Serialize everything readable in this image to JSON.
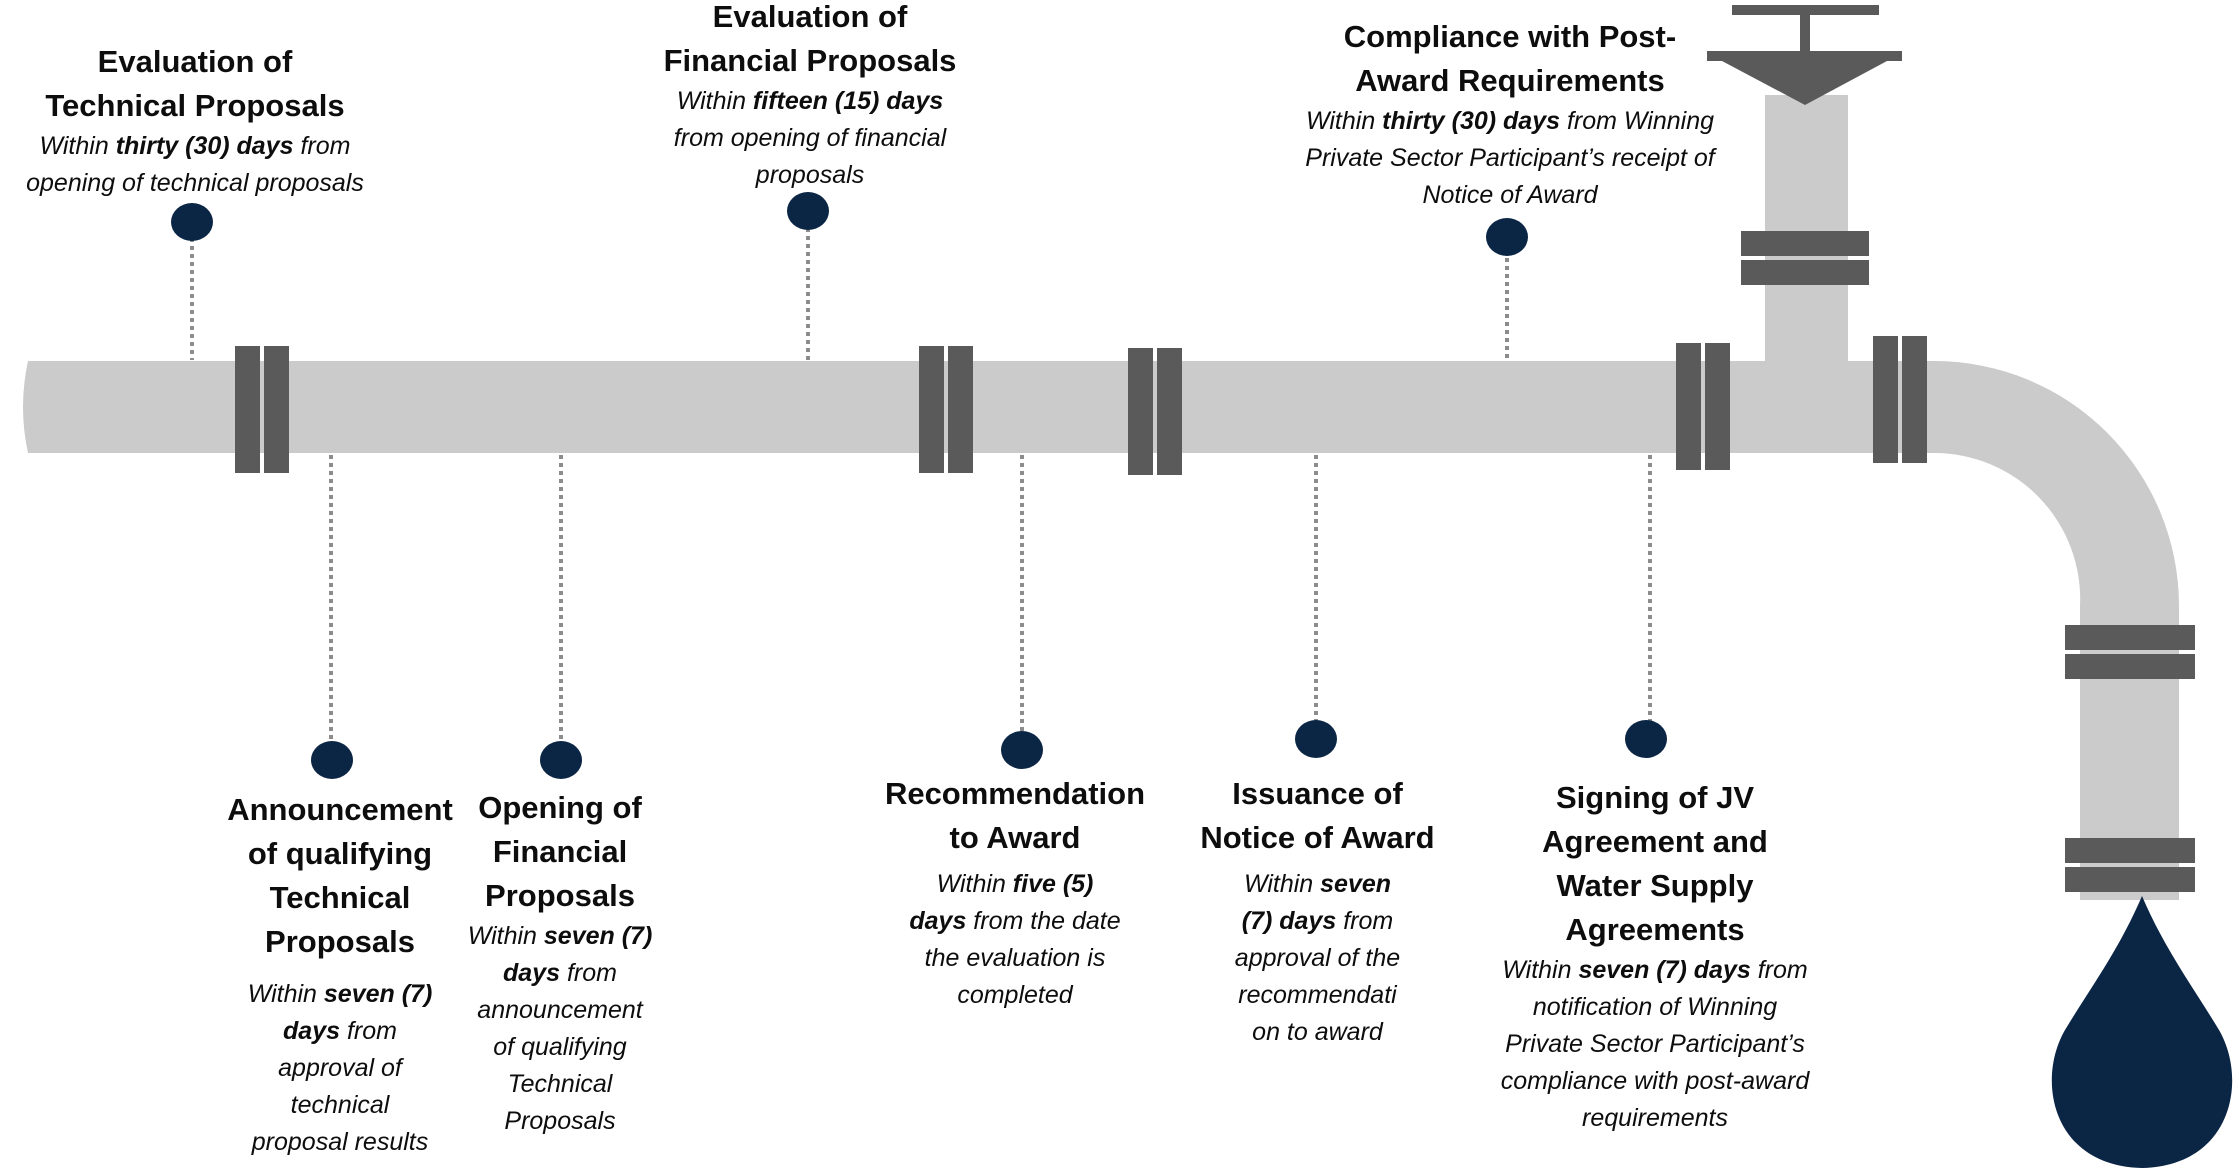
{
  "colors": {
    "pipe": "#cbcbcb",
    "flange": "#5a5a5a",
    "marker": "#0b2545",
    "leader": "#8c8c8c",
    "text": "#0d0d0d"
  },
  "icons": {
    "marker": "circle-marker-icon",
    "drop": "water-drop-icon",
    "valve": "valve-icon"
  },
  "stages": [
    {
      "title": "Evaluation of Technical Proposals",
      "desc": {
        "pre": "Within ",
        "bold": "thirty (30) days",
        "post": " from opening of technical proposals"
      }
    },
    {
      "title": "Evaluation of Financial Proposals",
      "desc": {
        "pre": "Within ",
        "bold": "fifteen (15) days",
        "post": " from opening of financial proposals"
      }
    },
    {
      "title": "Compliance with Post-Award Requirements",
      "desc": {
        "pre": "Within ",
        "bold": "thirty (30) days",
        "post": " from Winning Private Sector Participant’s receipt of Notice of Award"
      }
    },
    {
      "title": "Announcement of qualifying Technical Proposals",
      "desc": {
        "pre": "Within ",
        "bold": "seven (7) days",
        "post": " from approval of technical proposal results"
      }
    },
    {
      "title": "Opening of Financial Proposals",
      "desc": {
        "pre": "Within ",
        "bold": "seven (7) days",
        "post": " from announcement of qualifying Technical Proposals"
      }
    },
    {
      "title": "Recommendation to Award",
      "desc": {
        "pre": "Within ",
        "bold": "five (5) days",
        "post": " from the date the evaluation is completed"
      }
    },
    {
      "title": "Issuance of Notice of Award",
      "desc": {
        "pre": "Within ",
        "bold": "seven (7) days",
        "post": " from approval of the recommendati on to award"
      }
    },
    {
      "title": "Signing of JV Agreement and Water Supply Agreements",
      "desc": {
        "pre": "Within ",
        "bold": "seven (7) days",
        "post": " from notification of Winning Private Sector Participant’s compliance with post-award requirements"
      }
    }
  ]
}
